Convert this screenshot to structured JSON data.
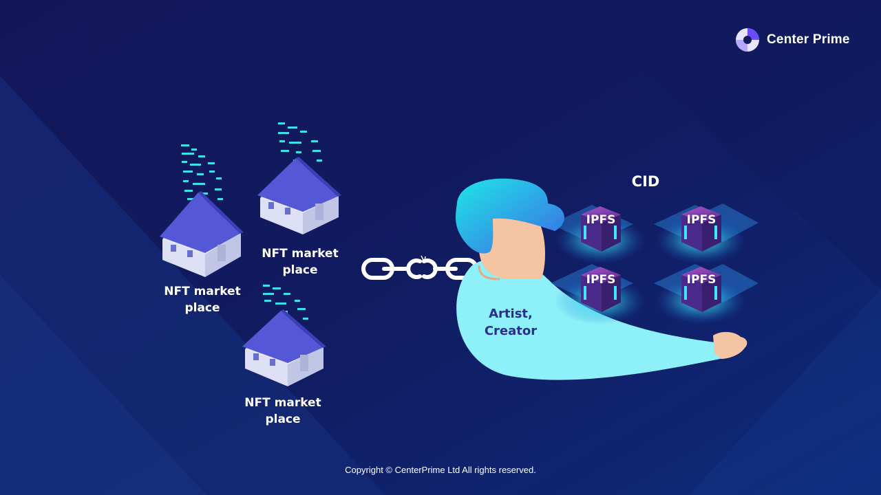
{
  "brand": {
    "name": "Center Prime"
  },
  "marketplaces": [
    {
      "label_line1": "NFT market",
      "label_line2": "place"
    },
    {
      "label_line1": "NFT market",
      "label_line2": "place"
    },
    {
      "label_line1": "NFT market",
      "label_line2": "place"
    }
  ],
  "artist": {
    "label_line1": "Artist,",
    "label_line2": "Creator"
  },
  "storage": {
    "cid_label": "CID",
    "nodes": [
      "IPFS",
      "IPFS",
      "IPFS",
      "IPFS"
    ]
  },
  "footer": {
    "copyright": "Copyright © CenterPrime Ltd All rights reserved."
  },
  "colors": {
    "background": "#101a5c",
    "roof": "#5457d6",
    "house_wall": "#e6e8f6",
    "hair": "#35c9e8",
    "body": "#8ef0f8",
    "skin": "#f4c4a3",
    "node_glow": "#3ee6ff",
    "cube": "#7b3fa8"
  },
  "icons": [
    "broken-chain-icon",
    "house-icon",
    "ipfs-cube-icon",
    "brand-logo-icon"
  ]
}
